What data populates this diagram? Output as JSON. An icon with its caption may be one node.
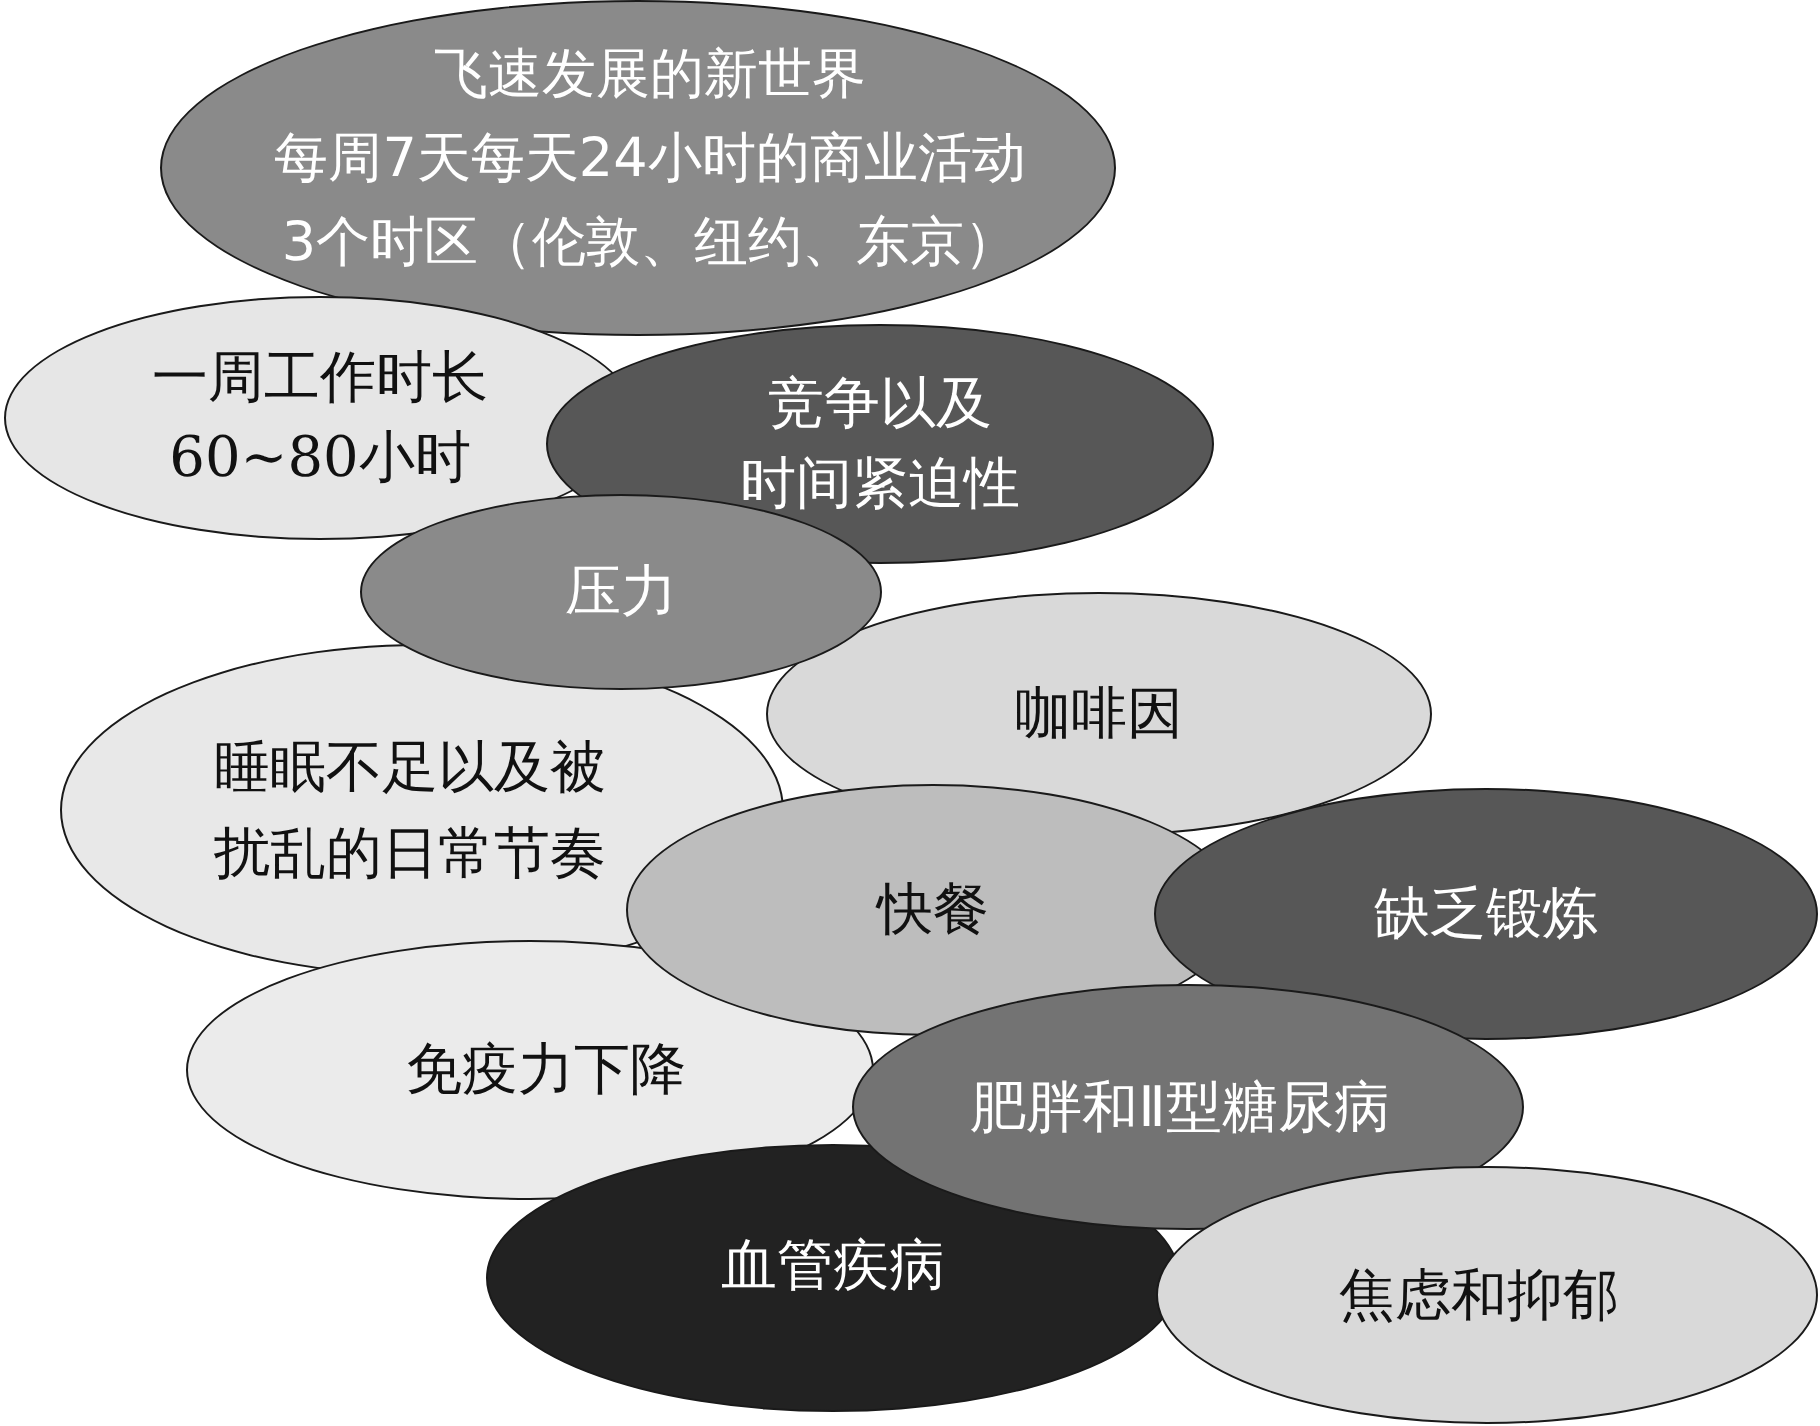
{
  "diagram": {
    "nodes": [
      {
        "text": [
          "飞速发展的新世界",
          "每周7天每天24小时的商业活动",
          "3个时区（伦敦、纽约、东京）"
        ]
      },
      {
        "text": [
          "一周工作时长60~80小时"
        ]
      },
      {
        "text": [
          "竞争以及时间紧迫性"
        ]
      },
      {
        "text": [
          "压力"
        ]
      },
      {
        "text": [
          "咖啡因"
        ]
      },
      {
        "text": [
          "睡眠不足以及被扰乱的日常节奏"
        ]
      },
      {
        "text": [
          "快餐"
        ]
      },
      {
        "text": [
          "缺乏锻炼"
        ]
      },
      {
        "text": [
          "免疫力下降"
        ]
      },
      {
        "text": [
          "肥胖和Ⅱ型糖尿病"
        ]
      },
      {
        "text": [
          "血管疾病"
        ]
      },
      {
        "text": [
          "焦虑和抑郁"
        ]
      }
    ]
  }
}
